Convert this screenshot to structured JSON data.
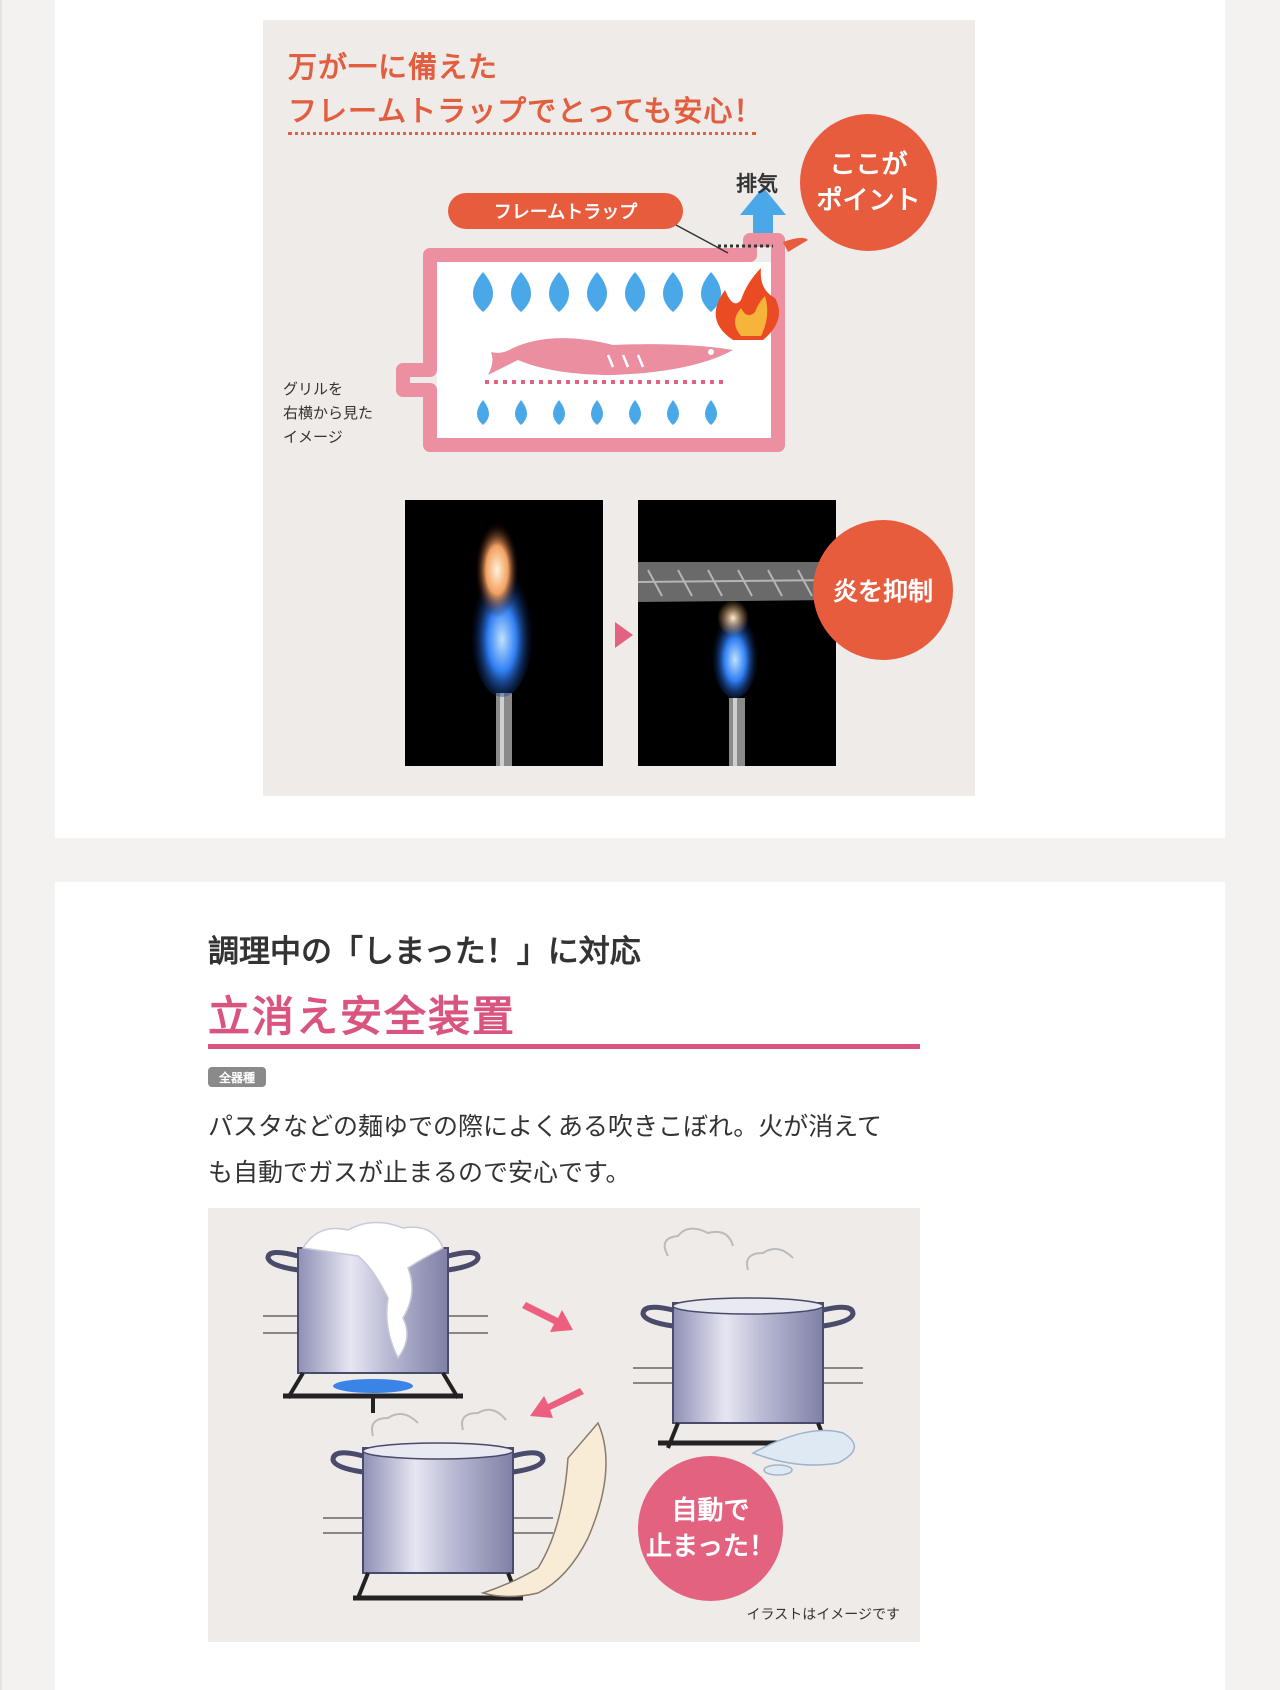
{
  "flame_trap": {
    "heading_line1": "万が一に備えた",
    "heading_line2": "フレームトラップでとっても安心！",
    "trap_label": "フレームトラップ",
    "exhaust_label": "排気",
    "point_line1": "ここが",
    "point_line2": "ポイント",
    "side_note_line1": "グリルを",
    "side_note_line2": "右横から見た",
    "side_note_line3": "イメージ",
    "suppress_label": "炎を抑制"
  },
  "flame_failure": {
    "subtitle": "調理中の「しまった！」に対応",
    "title": "立消え安全装置",
    "badge": "全器種",
    "body_line1": "パスタなどの麺ゆでの際によくある吹きこぼれ。火が消えて",
    "body_line2": "も自動でガスが止まるので安心です。",
    "stopped_line1": "自動で",
    "stopped_line2": "止まった！",
    "illustration_note": "イラストはイメージです"
  },
  "colors": {
    "accent_orange": "#e85c3e",
    "accent_pink": "#d9557f",
    "grill_pink": "#eb8fa1",
    "flame_blue": "#4aa8e8"
  }
}
